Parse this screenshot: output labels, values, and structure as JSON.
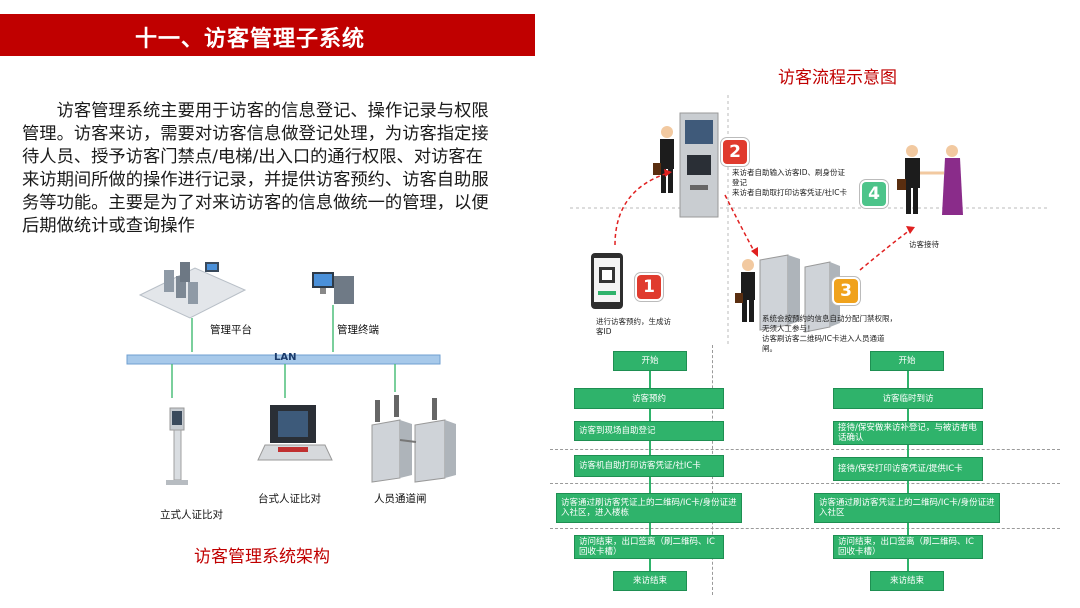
{
  "header": {
    "title": "十一、访客管理子系统"
  },
  "intro": {
    "text": "访客管理系统主要用于访客的信息登记、操作记录与权限管理。访客来访，需要对访客信息做登记处理，为访客指定接待人员、授予访客门禁点/电梯/出入口的通行权限、对访客在来访期间所做的操作进行记录，并提供访客预约、访客自助服务等功能。主要是为了对来访访客的信息做统一的管理，以便后期做统计或查询操作"
  },
  "architecture": {
    "caption": "访客管理系统架构",
    "lan_label": "LAN",
    "nodes": {
      "platform": "管理平台",
      "terminal": "管理终端",
      "standing": "立式人证比对",
      "desktop": "台式人证比对",
      "gate": "人员通道闸"
    }
  },
  "flow": {
    "caption": "访客流程示意图",
    "steps": [
      {
        "num": "1",
        "color": "#e03b2e",
        "text": "进行访客预约，生成访客ID"
      },
      {
        "num": "2",
        "color": "#e03b2e",
        "text": "来访者自助输入访客ID、刷身份证登记\n来访者自助取打印访客凭证/社IC卡"
      },
      {
        "num": "3",
        "color": "#f0a21c",
        "text": "系统会按预约的信息自动分配门禁权限，无须人工参与！\n访客刷访客二维码/IC卡进入人员通道闸。"
      },
      {
        "num": "4",
        "color": "#4dc48a",
        "text": "访客接待"
      }
    ],
    "left_chart": [
      "开始",
      "访客预约",
      "访客到现场自助登记",
      "访客机自助打印访客凭证/社IC卡",
      "访客通过刷访客凭证上的二维码/IC卡/身份证进入社区，进入楼栋",
      "访问结束，出口签离（刷二维码、IC回收卡槽）",
      "来访结束"
    ],
    "right_chart": [
      "开始",
      "访客临时到访",
      "接待/保安做来访补登记，与被访者电话确认",
      "接待/保安打印访客凭证/提供IC卡",
      "访客通过刷访客凭证上的二维码/IC卡/身份证进入社区",
      "访问结束，出口签离（刷二维码、IC回收卡槽）",
      "来访结束"
    ]
  }
}
